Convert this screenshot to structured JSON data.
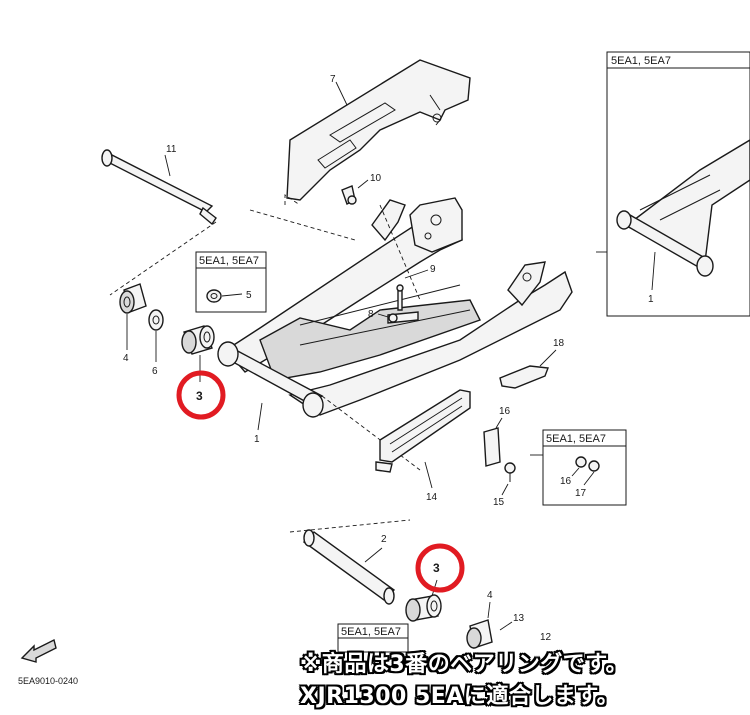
{
  "inset_label": "5EA1, 5EA7",
  "parts": {
    "p1": "1",
    "p2": "2",
    "p3": "3",
    "p4": "4",
    "p5": "5",
    "p6": "6",
    "p7": "7",
    "p8": "8",
    "p9": "9",
    "p10": "10",
    "p11": "11",
    "p12": "12",
    "p13": "13",
    "p14": "14",
    "p15": "15",
    "p16": "16",
    "p17": "17",
    "p18": "18"
  },
  "diagram_code": "5EA9010-0240",
  "caption": {
    "line1": "※商品は3番のベアリングです。",
    "line2": "XJR1300 5EAに適合します。"
  },
  "highlight_color": "#e11b22"
}
